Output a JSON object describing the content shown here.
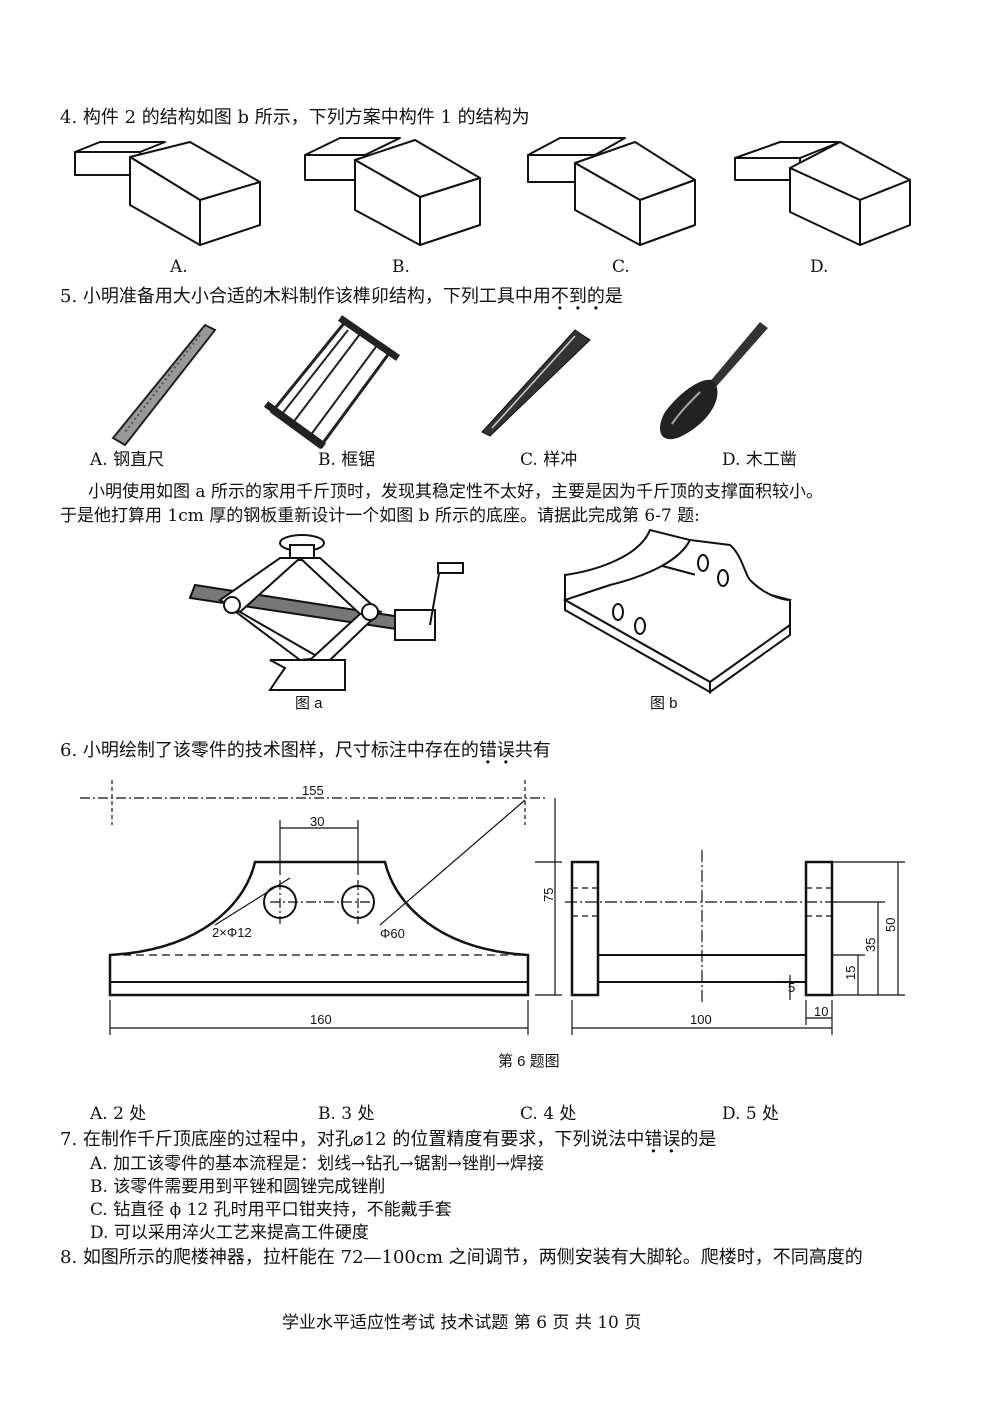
{
  "q4": {
    "stem": "4. 构件 2 的结构如图 b 所示，下列方案中构件 1 的结构为",
    "options": [
      "A.",
      "B.",
      "C.",
      "D."
    ]
  },
  "q5": {
    "stem_pre": "5. 小明准备用大小合适的木料制作该榫卯结构，下列工具中用",
    "stem_emph": [
      "不",
      "到",
      "的"
    ],
    "stem_post": "是",
    "options": [
      "A. 钢直尺",
      "B. 框锯",
      "C. 样冲",
      "D. 木工凿"
    ]
  },
  "intro": {
    "line1": "小明使用如图 a 所示的家用千斤顶时，发现其稳定性不太好，主要是因为千斤顶的支撑面积较小。",
    "line2": "于是他打算用 1cm 厚的钢板重新设计一个如图 b 所示的底座。请据此完成第 6-7 题:",
    "fig_a": "图 a",
    "fig_b": "图 b"
  },
  "q6": {
    "stem_pre": "6. 小明绘制了该零件的技术图样，尺寸标注中存在的",
    "stem_emph": [
      "错",
      "误"
    ],
    "stem_post": "共有",
    "dims": {
      "d155": "155",
      "d30": "30",
      "d75": "75",
      "d160": "160",
      "d100": "100",
      "d50": "50",
      "d35": "35",
      "d15": "15",
      "d5": "5",
      "d10": "10",
      "holes": "2×Φ12",
      "arc": "Φ60"
    },
    "caption": "第 6 题图",
    "options": [
      "A. 2 处",
      "B. 3 处",
      "C. 4 处",
      "D. 5 处"
    ]
  },
  "q7": {
    "stem_pre": "7. 在制作千斤顶底座的过程中，对孔⌀12 的位置精度有要求，下列说法中",
    "stem_emph": [
      "错",
      "误"
    ],
    "stem_post": "的是",
    "options": [
      "A. 加工该零件的基本流程是：划线→钻孔→锯割→锉削→焊接",
      "B. 该零件需要用到平锉和圆锉完成锉削",
      "C. 钻直径 ϕ 12 孔时用平口钳夹持，不能戴手套",
      "D. 可以采用淬火工艺来提高工件硬度"
    ]
  },
  "q8": {
    "stem": "8. 如图所示的爬楼神器，拉杆能在 72—100cm 之间调节，两侧安装有大脚轮。爬楼时，不同高度的"
  },
  "footer": "学业水平适应性考试  技术试题  第 6 页  共 10 页"
}
